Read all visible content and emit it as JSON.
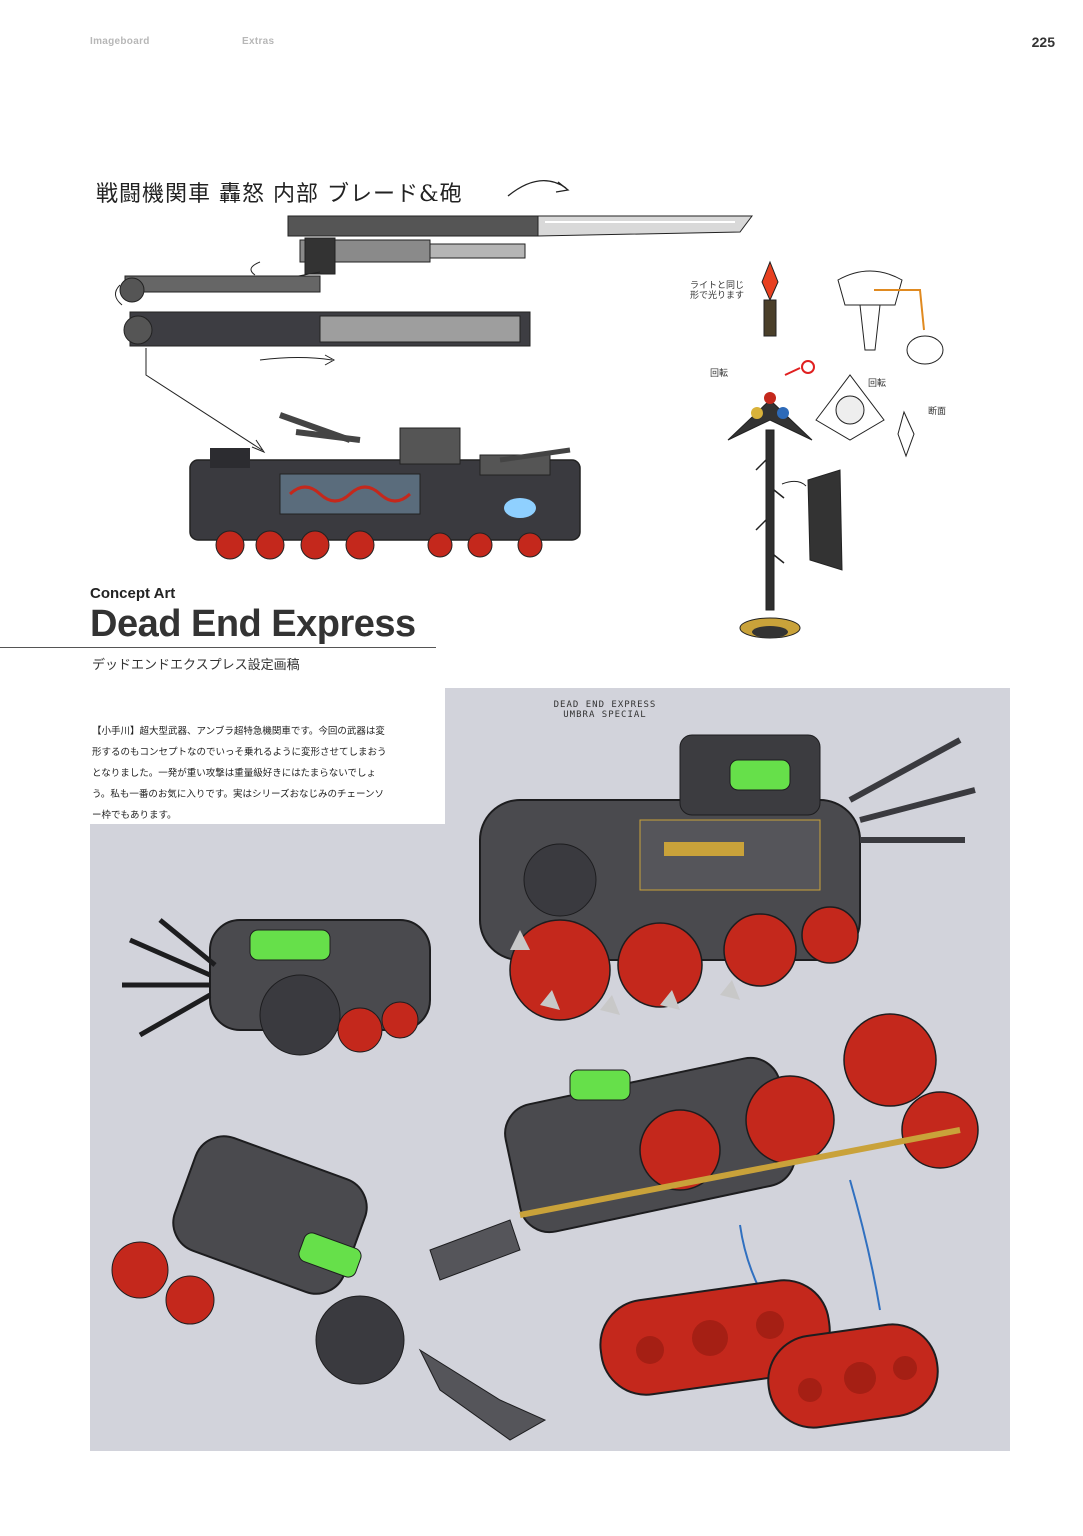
{
  "header": {
    "section": "Imageboard",
    "category": "Extras",
    "page_number": "225"
  },
  "sketch": {
    "handwritten_title": "戦闘機関車 轟怒 内部 ブレード&砲",
    "notes": {
      "same_as_light": "ライトと同じ",
      "same_as_light_2": "形で光ります",
      "rotate_1": "回転",
      "rotate_2": "回転",
      "cross_section": "断面"
    }
  },
  "title_block": {
    "subtitle": "Concept Art",
    "title": "Dead End Express",
    "caption": "デッドエンドエクスプレス設定画稿"
  },
  "commentary": {
    "text": "【小手川】超大型武器、アンブラ超特急機関車です。今回の武器は変形するのもコンセプトなのでいっそ乗れるように変形させてしまおうとなりました。一発が重い攻撃は重量級好きにはたまらないでしょう。私も一番のお気に入りです。実はシリーズおなじみのチェーンソー枠でもあります。"
  },
  "art_panel": {
    "cipher_line_1": "DEAD END EXPRESS",
    "cipher_line_2": "UMBRA SPECIAL",
    "colors": {
      "panel_bg": "#d2d3db",
      "metal": "#4a4a4e",
      "wheel_red": "#c4281c",
      "brass": "#c9a23a",
      "glow_green": "#66e04a"
    }
  }
}
